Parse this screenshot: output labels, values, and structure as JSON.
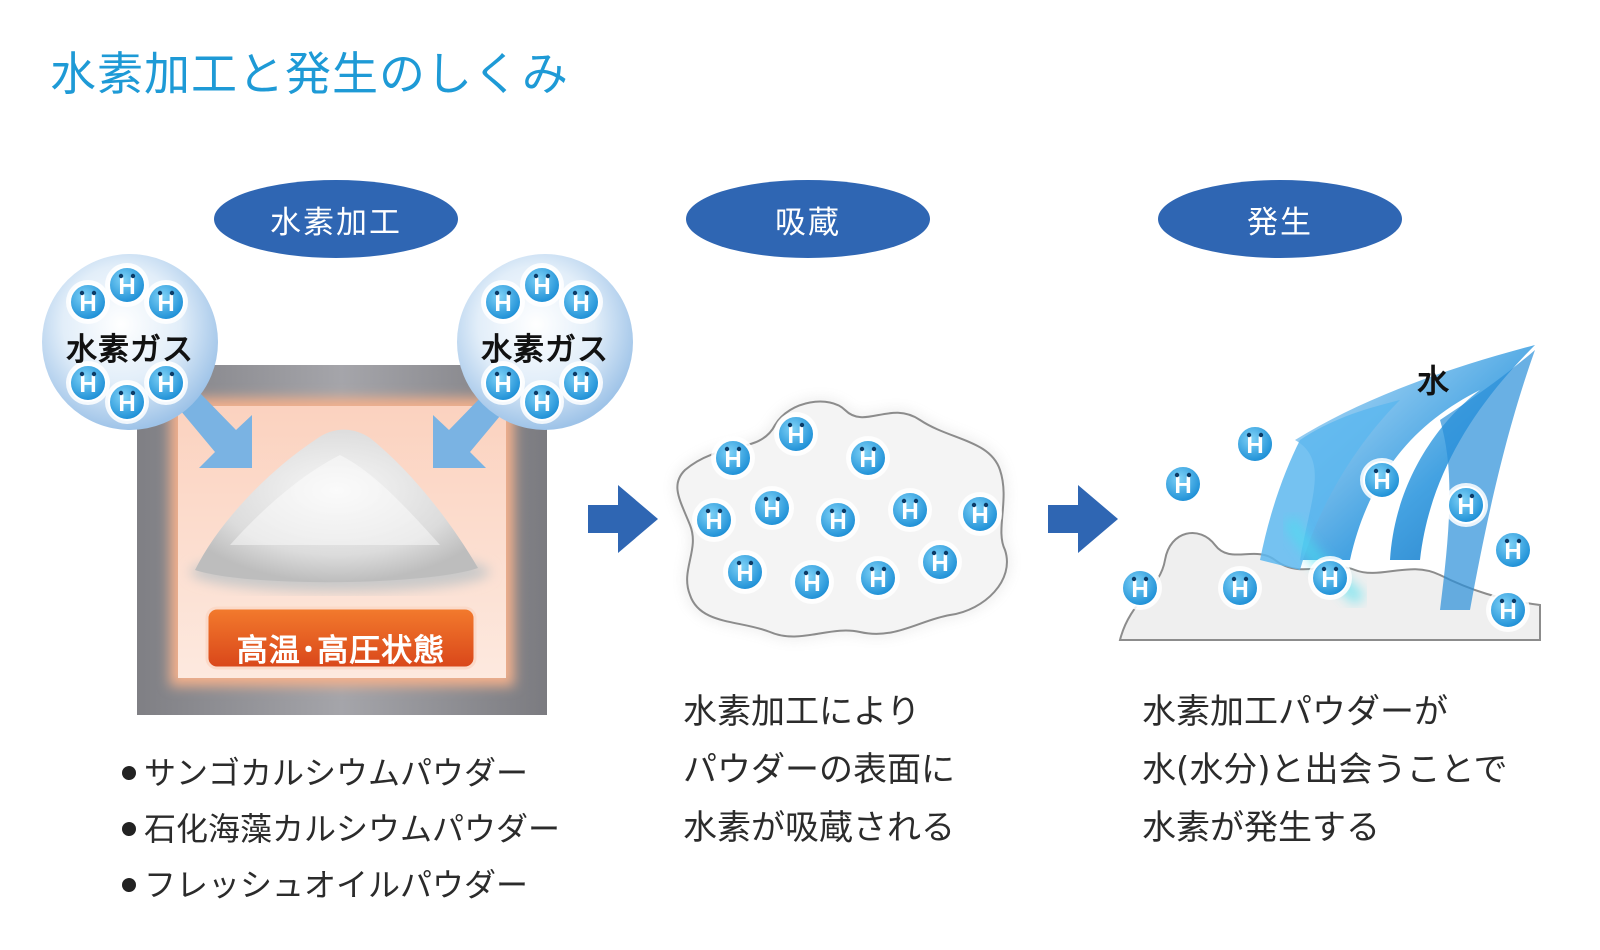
{
  "title": "水素加工と発生のしくみ",
  "steps": [
    {
      "label": "水素加工"
    },
    {
      "label": "吸蔵"
    },
    {
      "label": "発生"
    }
  ],
  "gas_label": "水素ガス",
  "temp_label": "高温･高圧状態",
  "water_label": "水",
  "molecule_letter": "H",
  "powders": [
    "サンゴカルシウムパウダー",
    "石化海藻カルシウムパウダー",
    "フレッシュオイルパウダー"
  ],
  "storage_desc": [
    "水素加工により",
    "パウダーの表面に",
    "水素が吸蔵される"
  ],
  "release_desc": [
    "水素加工パウダーが",
    "水(水分)と出会うことで",
    "水素が発生する"
  ],
  "colors": {
    "title": "#1e9ad6",
    "pill": "#2f66b3",
    "arrow": "#2f66b3",
    "molecule": "#2fa3e0",
    "temp_box": "#e8601f",
    "chamber": "#8a8a8e",
    "water": "#2a8ed8"
  }
}
